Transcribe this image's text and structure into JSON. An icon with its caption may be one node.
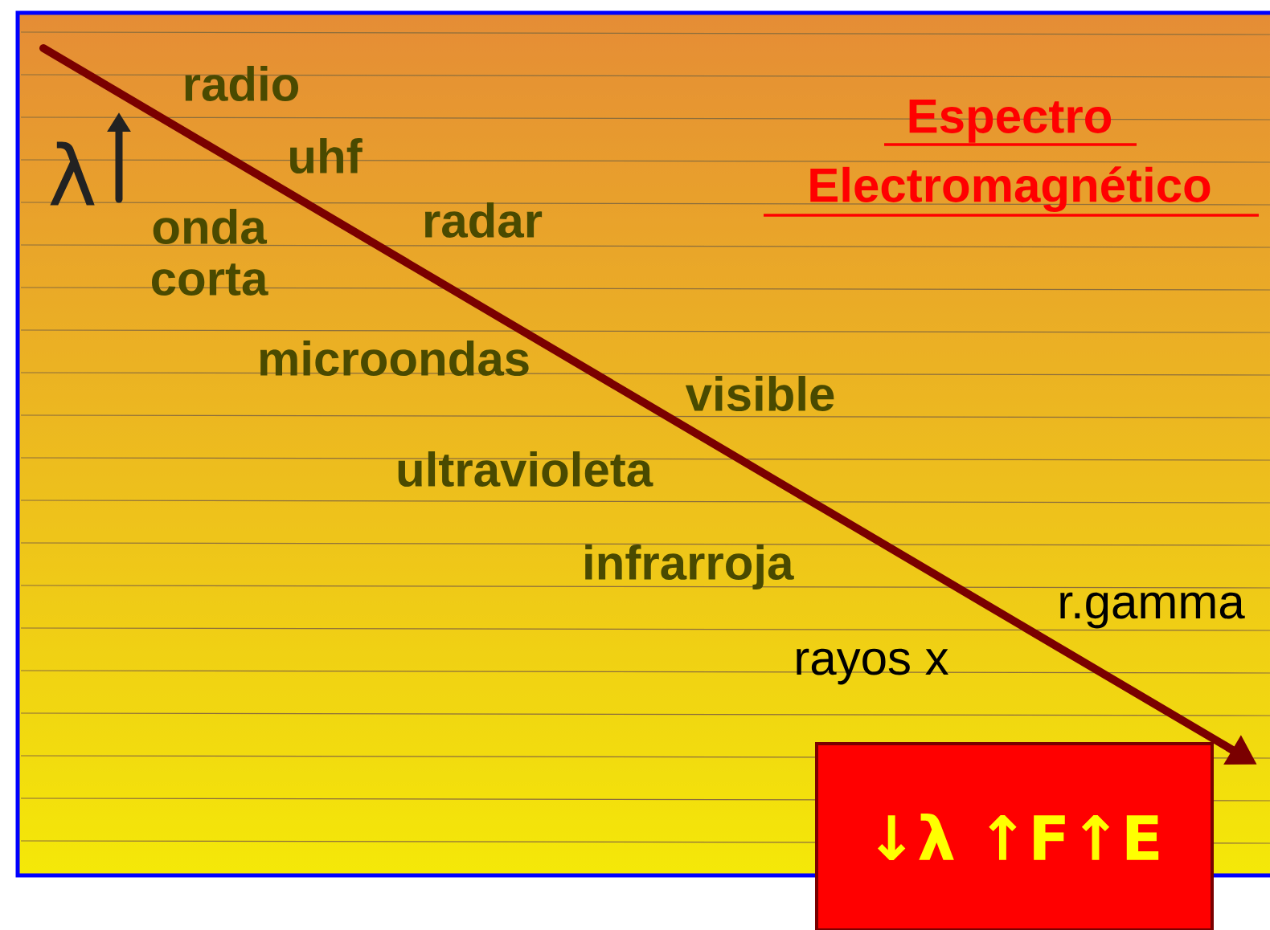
{
  "diagram": {
    "title": "Espectro Electromagnético",
    "nodes": [
      {
        "text": [
          "↓λ ↑F↑E"
        ]
      }
    ],
    "labels": [
      "λ",
      "radio",
      "uhf",
      "onda corta",
      "radar",
      "microondas",
      "visible",
      "ultravioleta",
      "infrarroja",
      "r.gamma",
      "rayos x"
    ]
  }
}
